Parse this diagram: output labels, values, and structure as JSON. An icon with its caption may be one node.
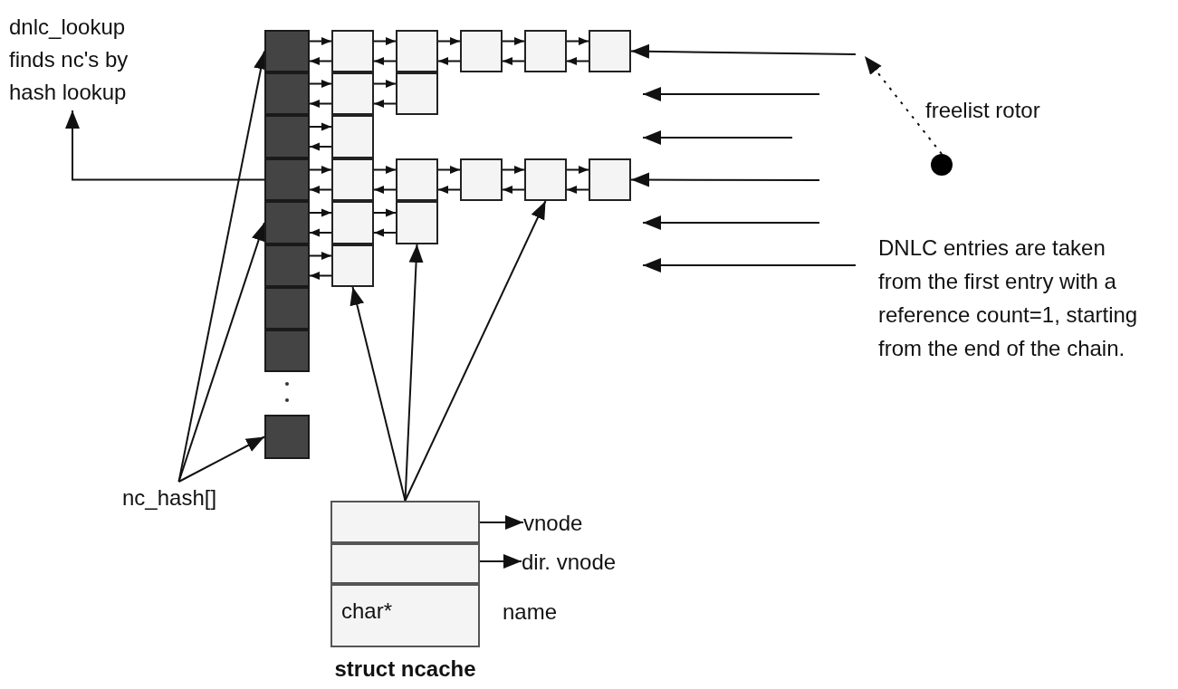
{
  "diagram": {
    "nodes": [
      {
        "text": [
          "dnlc_lookup finds nc's by hash lookup"
        ]
      },
      {
        "text": [],
        "shape": "box"
      },
      {
        "text": [],
        "shape": "box"
      },
      {
        "text": [],
        "shape": "box"
      },
      {
        "text": [],
        "shape": "box"
      },
      {
        "text": [],
        "shape": "box"
      },
      {
        "text": [],
        "shape": "box"
      },
      {
        "text": [],
        "shape": "box"
      },
      {
        "text": [],
        "shape": "box"
      },
      {
        "text": [],
        "shape": "box"
      },
      {
        "text": [],
        "shape": "box"
      },
      {
        "text": [],
        "shape": "box"
      },
      {
        "text": [],
        "shape": "box"
      },
      {
        "text": [],
        "shape": "box"
      },
      {
        "text": [],
        "shape": "box"
      },
      {
        "text": [],
        "shape": "box"
      },
      {
        "text": [],
        "shape": "box"
      },
      {
        "text": [],
        "shape": "box"
      },
      {
        "text": [],
        "shape": "box"
      },
      {
        "text": [],
        "shape": "box"
      },
      {
        "text": [],
        "shape": "box"
      },
      {
        "text": [],
        "shape": "box"
      },
      {
        "text": [],
        "shape": "box"
      },
      {
        "text": [],
        "shape": "box"
      },
      {
        "text": [],
        "shape": "box"
      },
      {
        "text": [],
        "shape": "box"
      },
      {
        "text": [],
        "shape": "circle",
        "beside": [
          "freelist rotor"
        ]
      },
      {
        "text": [
          "nc_hash[]"
        ]
      },
      {
        "text": [
          "struct ncache"
        ]
      },
      {
        "text": [],
        "shape": "box",
        "in": 28
      },
      {
        "text": [],
        "shape": "box",
        "in": 28
      },
      {
        "text": [
          "char*"
        ],
        "in": 28,
        "beside": [
          "name"
        ]
      },
      {
        "text": [
          "vnode"
        ]
      },
      {
        "text": [
          "dir. vnode"
        ]
      }
    ],
    "edges": [
      {
        "from": 1,
        "to": 10,
        "arrow": "to"
      },
      {
        "from": 10,
        "to": 1,
        "arrow": "to"
      },
      {
        "from": 2,
        "to": 11,
        "arrow": "to"
      },
      {
        "from": 11,
        "to": 2,
        "arrow": "to"
      },
      {
        "from": 3,
        "to": 12,
        "arrow": "to"
      },
      {
        "from": 12,
        "to": 3,
        "arrow": "to"
      },
      {
        "from": 4,
        "to": 13,
        "arrow": "to"
      },
      {
        "from": 13,
        "to": 4,
        "arrow": "to"
      },
      {
        "from": 5,
        "to": 14,
        "arrow": "to"
      },
      {
        "from": 14,
        "to": 5,
        "arrow": "to"
      },
      {
        "from": 6,
        "to": 15,
        "arrow": "to"
      },
      {
        "from": 15,
        "to": 6,
        "arrow": "to"
      },
      {
        "from": 10,
        "to": 16,
        "arrow": "to"
      },
      {
        "from": 16,
        "to": 10,
        "arrow": "to"
      },
      {
        "from": 11,
        "to": 17,
        "arrow": "to"
      },
      {
        "from": 17,
        "to": 11,
        "arrow": "to"
      },
      {
        "from": 13,
        "to": 18,
        "arrow": "to"
      },
      {
        "from": 18,
        "to": 13,
        "arrow": "to"
      },
      {
        "from": 14,
        "to": 19,
        "arrow": "to"
      },
      {
        "from": 19,
        "to": 14,
        "arrow": "to"
      },
      {
        "from": 16,
        "to": 20,
        "arrow": "to"
      },
      {
        "from": 20,
        "to": 16,
        "arrow": "to"
      },
      {
        "from": 18,
        "to": 21,
        "arrow": "to"
      },
      {
        "from": 21,
        "to": 18,
        "arrow": "to"
      },
      {
        "from": 20,
        "to": 22,
        "arrow": "to"
      },
      {
        "from": 22,
        "to": 20,
        "arrow": "to"
      },
      {
        "from": 21,
        "to": 23,
        "arrow": "to"
      },
      {
        "from": 23,
        "to": 21,
        "arrow": "to"
      },
      {
        "from": 22,
        "to": 24,
        "arrow": "to"
      },
      {
        "from": 24,
        "to": 22,
        "arrow": "to"
      },
      {
        "from": 23,
        "to": 25,
        "arrow": "to"
      },
      {
        "from": 25,
        "to": 23,
        "arrow": "to"
      },
      {
        "from": 4,
        "to": 0,
        "arrow": "to"
      },
      {
        "from": 27,
        "to": 1,
        "arrow": "to"
      },
      {
        "from": 27,
        "to": 5,
        "arrow": "to"
      },
      {
        "from": 27,
        "to": 9,
        "arrow": "to"
      },
      {
        "from": 28,
        "to": 15,
        "arrow": "to"
      },
      {
        "from": 28,
        "to": 19,
        "arrow": "to"
      },
      {
        "from": 28,
        "to": 23,
        "arrow": "to"
      },
      {
        "from": 29,
        "to": 32,
        "arrow": "to"
      },
      {
        "from": 30,
        "to": 33,
        "arrow": "to"
      },
      {
        "from": null,
        "to": 24,
        "arrow": "to"
      },
      {
        "from": null,
        "to": 25,
        "arrow": "to"
      },
      {
        "from": 26,
        "to": null,
        "arrow": "to",
        "style": "dashed"
      }
    ],
    "labels": [
      "DNLC entries are taken from the first entry with a reference count=1, starting from the end of the chain."
    ]
  }
}
